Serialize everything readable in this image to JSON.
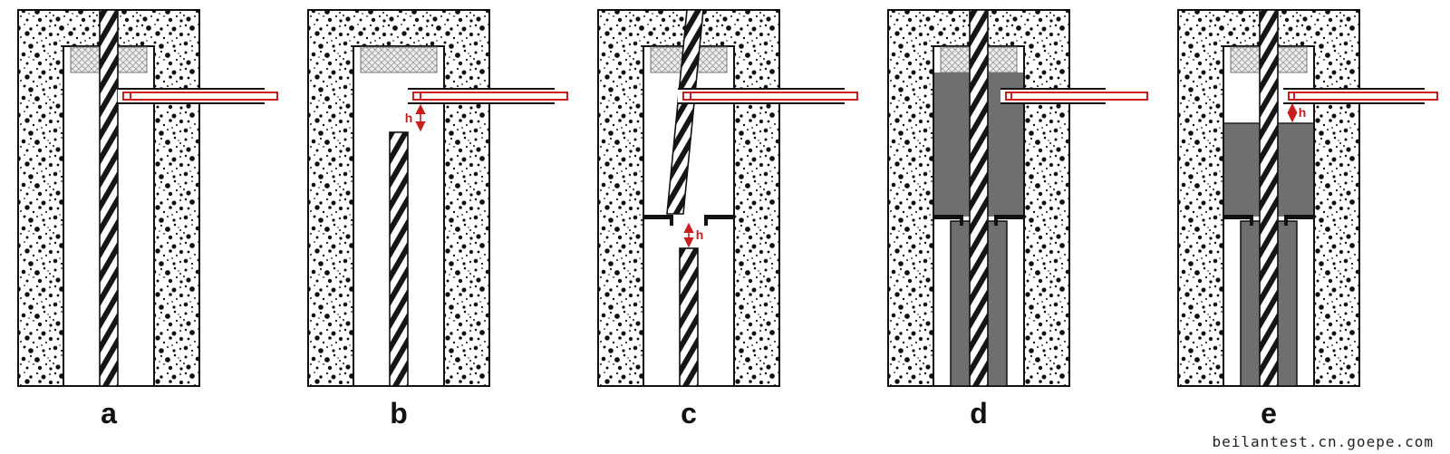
{
  "panels": [
    {
      "label": "a"
    },
    {
      "label": "b",
      "h_label": "h"
    },
    {
      "label": "c",
      "h_label": "h"
    },
    {
      "label": "d"
    },
    {
      "label": "e",
      "h_label": "h"
    }
  ],
  "watermark": "beilantest.cn.goepe.com",
  "colors": {
    "probe_red": "#c81e1e",
    "grout_gray": "#6f6f6f",
    "line_black": "#111111"
  }
}
